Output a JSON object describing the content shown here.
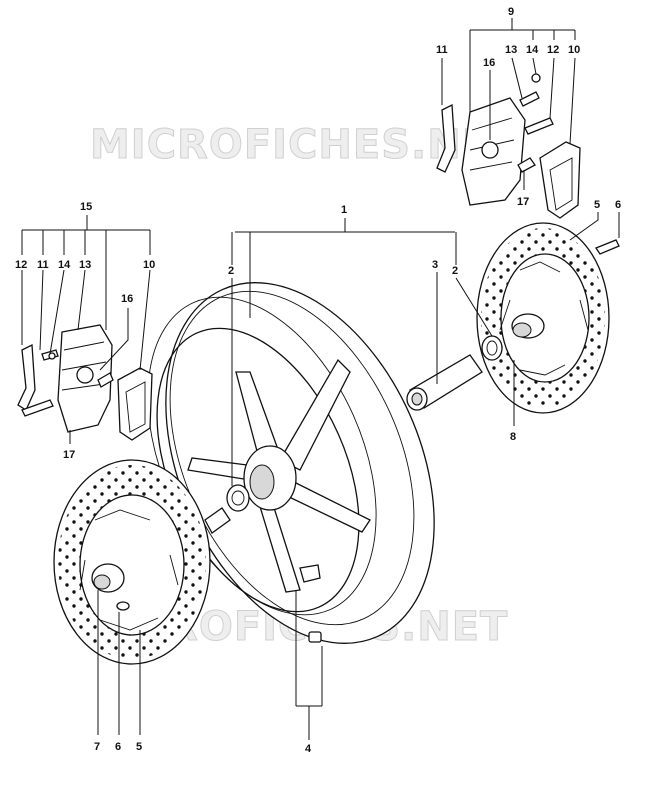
{
  "watermarks": [
    "MICROFICHES.NET",
    "MICROFICHES.NET"
  ],
  "callouts": {
    "c1": "1",
    "c2a": "2",
    "c2b": "2",
    "c3": "3",
    "c4": "4",
    "c5a": "5",
    "c5b": "5",
    "c6a": "6",
    "c6b": "6",
    "c7": "7",
    "c8": "8",
    "c9": "9",
    "c9_11": "11",
    "c9_13": "13",
    "c9_14": "14",
    "c9_12": "12",
    "c9_10": "10",
    "c9_16": "16",
    "c9_17": "17",
    "c15": "15",
    "c15_12": "12",
    "c15_11": "11",
    "c15_14": "14",
    "c15_13": "13",
    "c15_10": "10",
    "c15_16": "16",
    "c15_17": "17"
  },
  "colors": {
    "line": "#111111",
    "watermark": "#d0d0d0"
  }
}
